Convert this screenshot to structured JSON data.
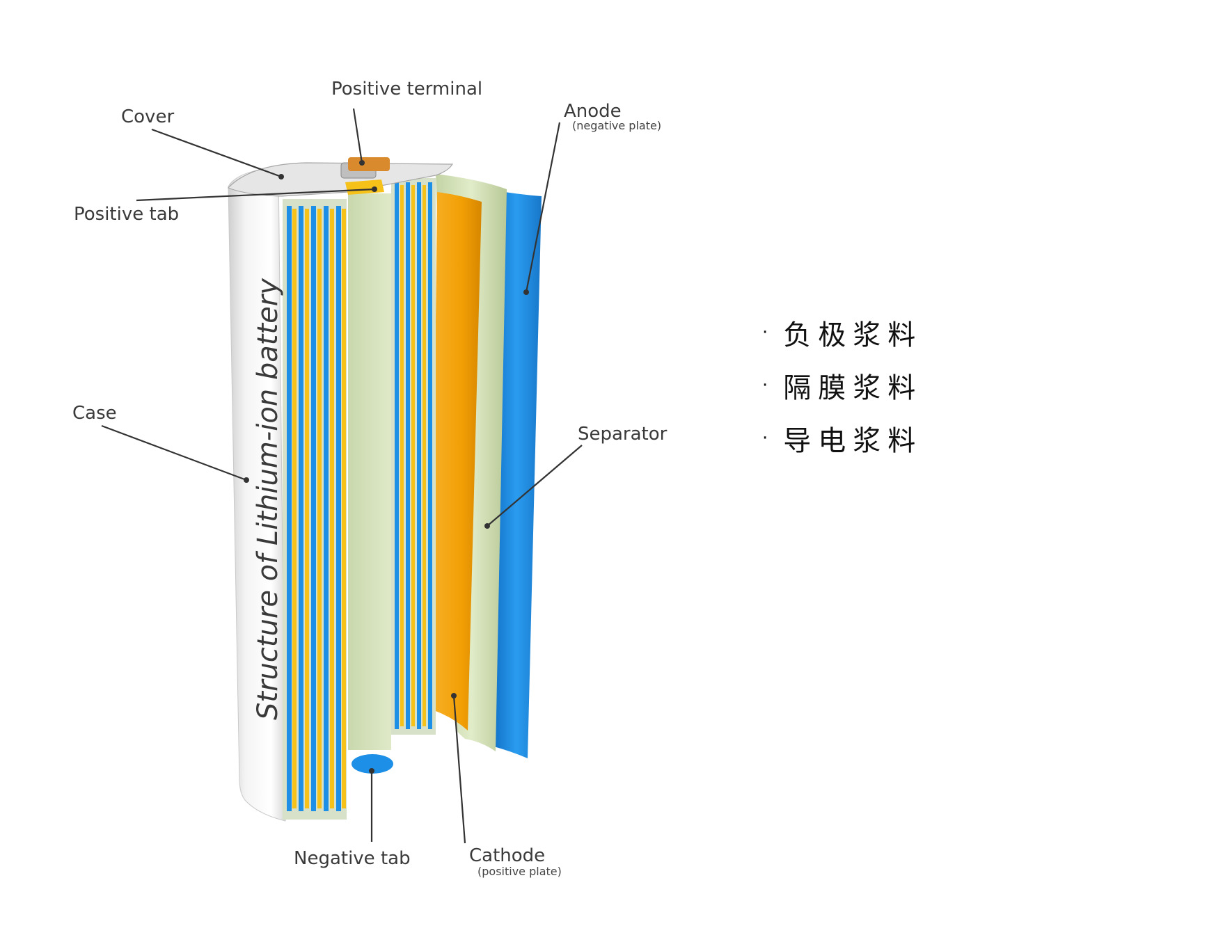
{
  "diagram": {
    "vertical_title": "Structure of Lithium-ion battery",
    "labels": {
      "positive_terminal": "Positive terminal",
      "cover": "Cover",
      "positive_tab": "Positive tab",
      "anode": "Anode",
      "anode_sub": "(negative plate)",
      "case": "Case",
      "separator": "Separator",
      "negative_tab": "Negative tab",
      "cathode": "Cathode",
      "cathode_sub": "(positive plate)"
    },
    "colors": {
      "anode_blue": "#1e8fe6",
      "cathode_orange": "#f29f05",
      "separator_green": "#d7e4be",
      "case_gray": "#e9e9e9",
      "tab_yellow": "#f6c21a"
    }
  },
  "materials": {
    "bullet": "·",
    "items": [
      "负极浆料",
      "隔膜浆料",
      "导电浆料"
    ]
  }
}
